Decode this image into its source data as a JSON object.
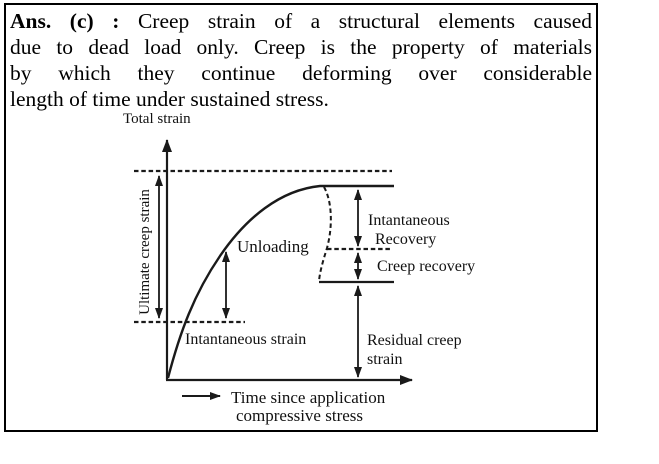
{
  "answer": {
    "prefix": "Ans. (c) :",
    "line1_rest": "Creep strain of a structural elements caused",
    "line2": "due to dead load only. Creep is the property of materials",
    "line3": "by which they continue deforming over considerable",
    "line4": "length of time under sustained stress."
  },
  "figure": {
    "y_axis_label": "Total strain",
    "ultimate_creep_strain_label": "Ultimate creep strain",
    "unloading_label": "Unloading",
    "instantaneous_recovery": {
      "line1": "Intantaneous",
      "line2": "Recovery"
    },
    "creep_recovery_label": "Creep recovery",
    "instantaneous_strain_label": "Intantaneous strain",
    "residual_creep_strain": {
      "line1": "Residual creep",
      "line2": "strain"
    },
    "x_axis_label": {
      "line1": "Time since application",
      "line2": "compressive stress"
    },
    "colors": {
      "ink": "#1a1a1a",
      "paper": "#ffffff"
    }
  }
}
